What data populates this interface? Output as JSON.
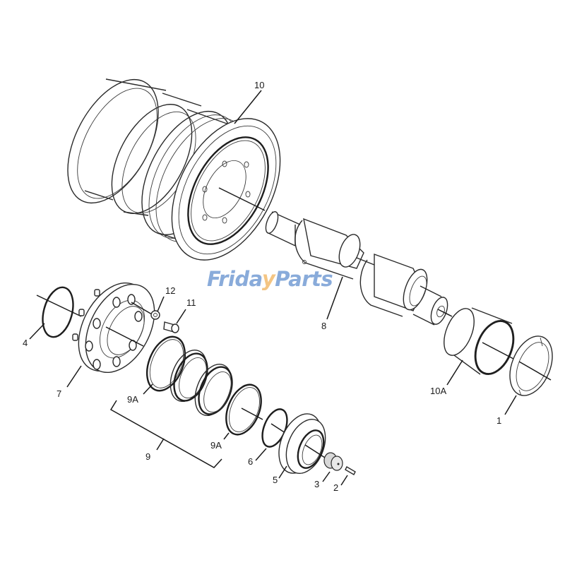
{
  "watermark": {
    "part1": "Frida",
    "part2": "y",
    "part3": "Parts",
    "colors": {
      "blue": "#7da3d6",
      "orange": "#f3bf76"
    }
  },
  "callouts": [
    {
      "id": "10",
      "label": "10",
      "part": "track-roller-shell"
    },
    {
      "id": "8",
      "label": "8",
      "part": "shaft"
    },
    {
      "id": "10A",
      "label": "10A",
      "part": "bushing"
    },
    {
      "id": "1",
      "label": "1",
      "part": "thrust-washer"
    },
    {
      "id": "4",
      "label": "4",
      "part": "o-ring"
    },
    {
      "id": "7",
      "label": "7",
      "part": "collar-hub"
    },
    {
      "id": "12",
      "label": "12",
      "part": "washer"
    },
    {
      "id": "11",
      "label": "11",
      "part": "bolt"
    },
    {
      "id": "9A_upper",
      "label": "9A",
      "part": "seal-ring-upper"
    },
    {
      "id": "9A_lower",
      "label": "9A",
      "part": "seal-ring-lower"
    },
    {
      "id": "9",
      "label": "9",
      "part": "seal-group"
    },
    {
      "id": "6",
      "label": "6",
      "part": "o-ring-small"
    },
    {
      "id": "5",
      "label": "5",
      "part": "retainer"
    },
    {
      "id": "3",
      "label": "3",
      "part": "plug"
    },
    {
      "id": "2",
      "label": "2",
      "part": "pin"
    }
  ]
}
